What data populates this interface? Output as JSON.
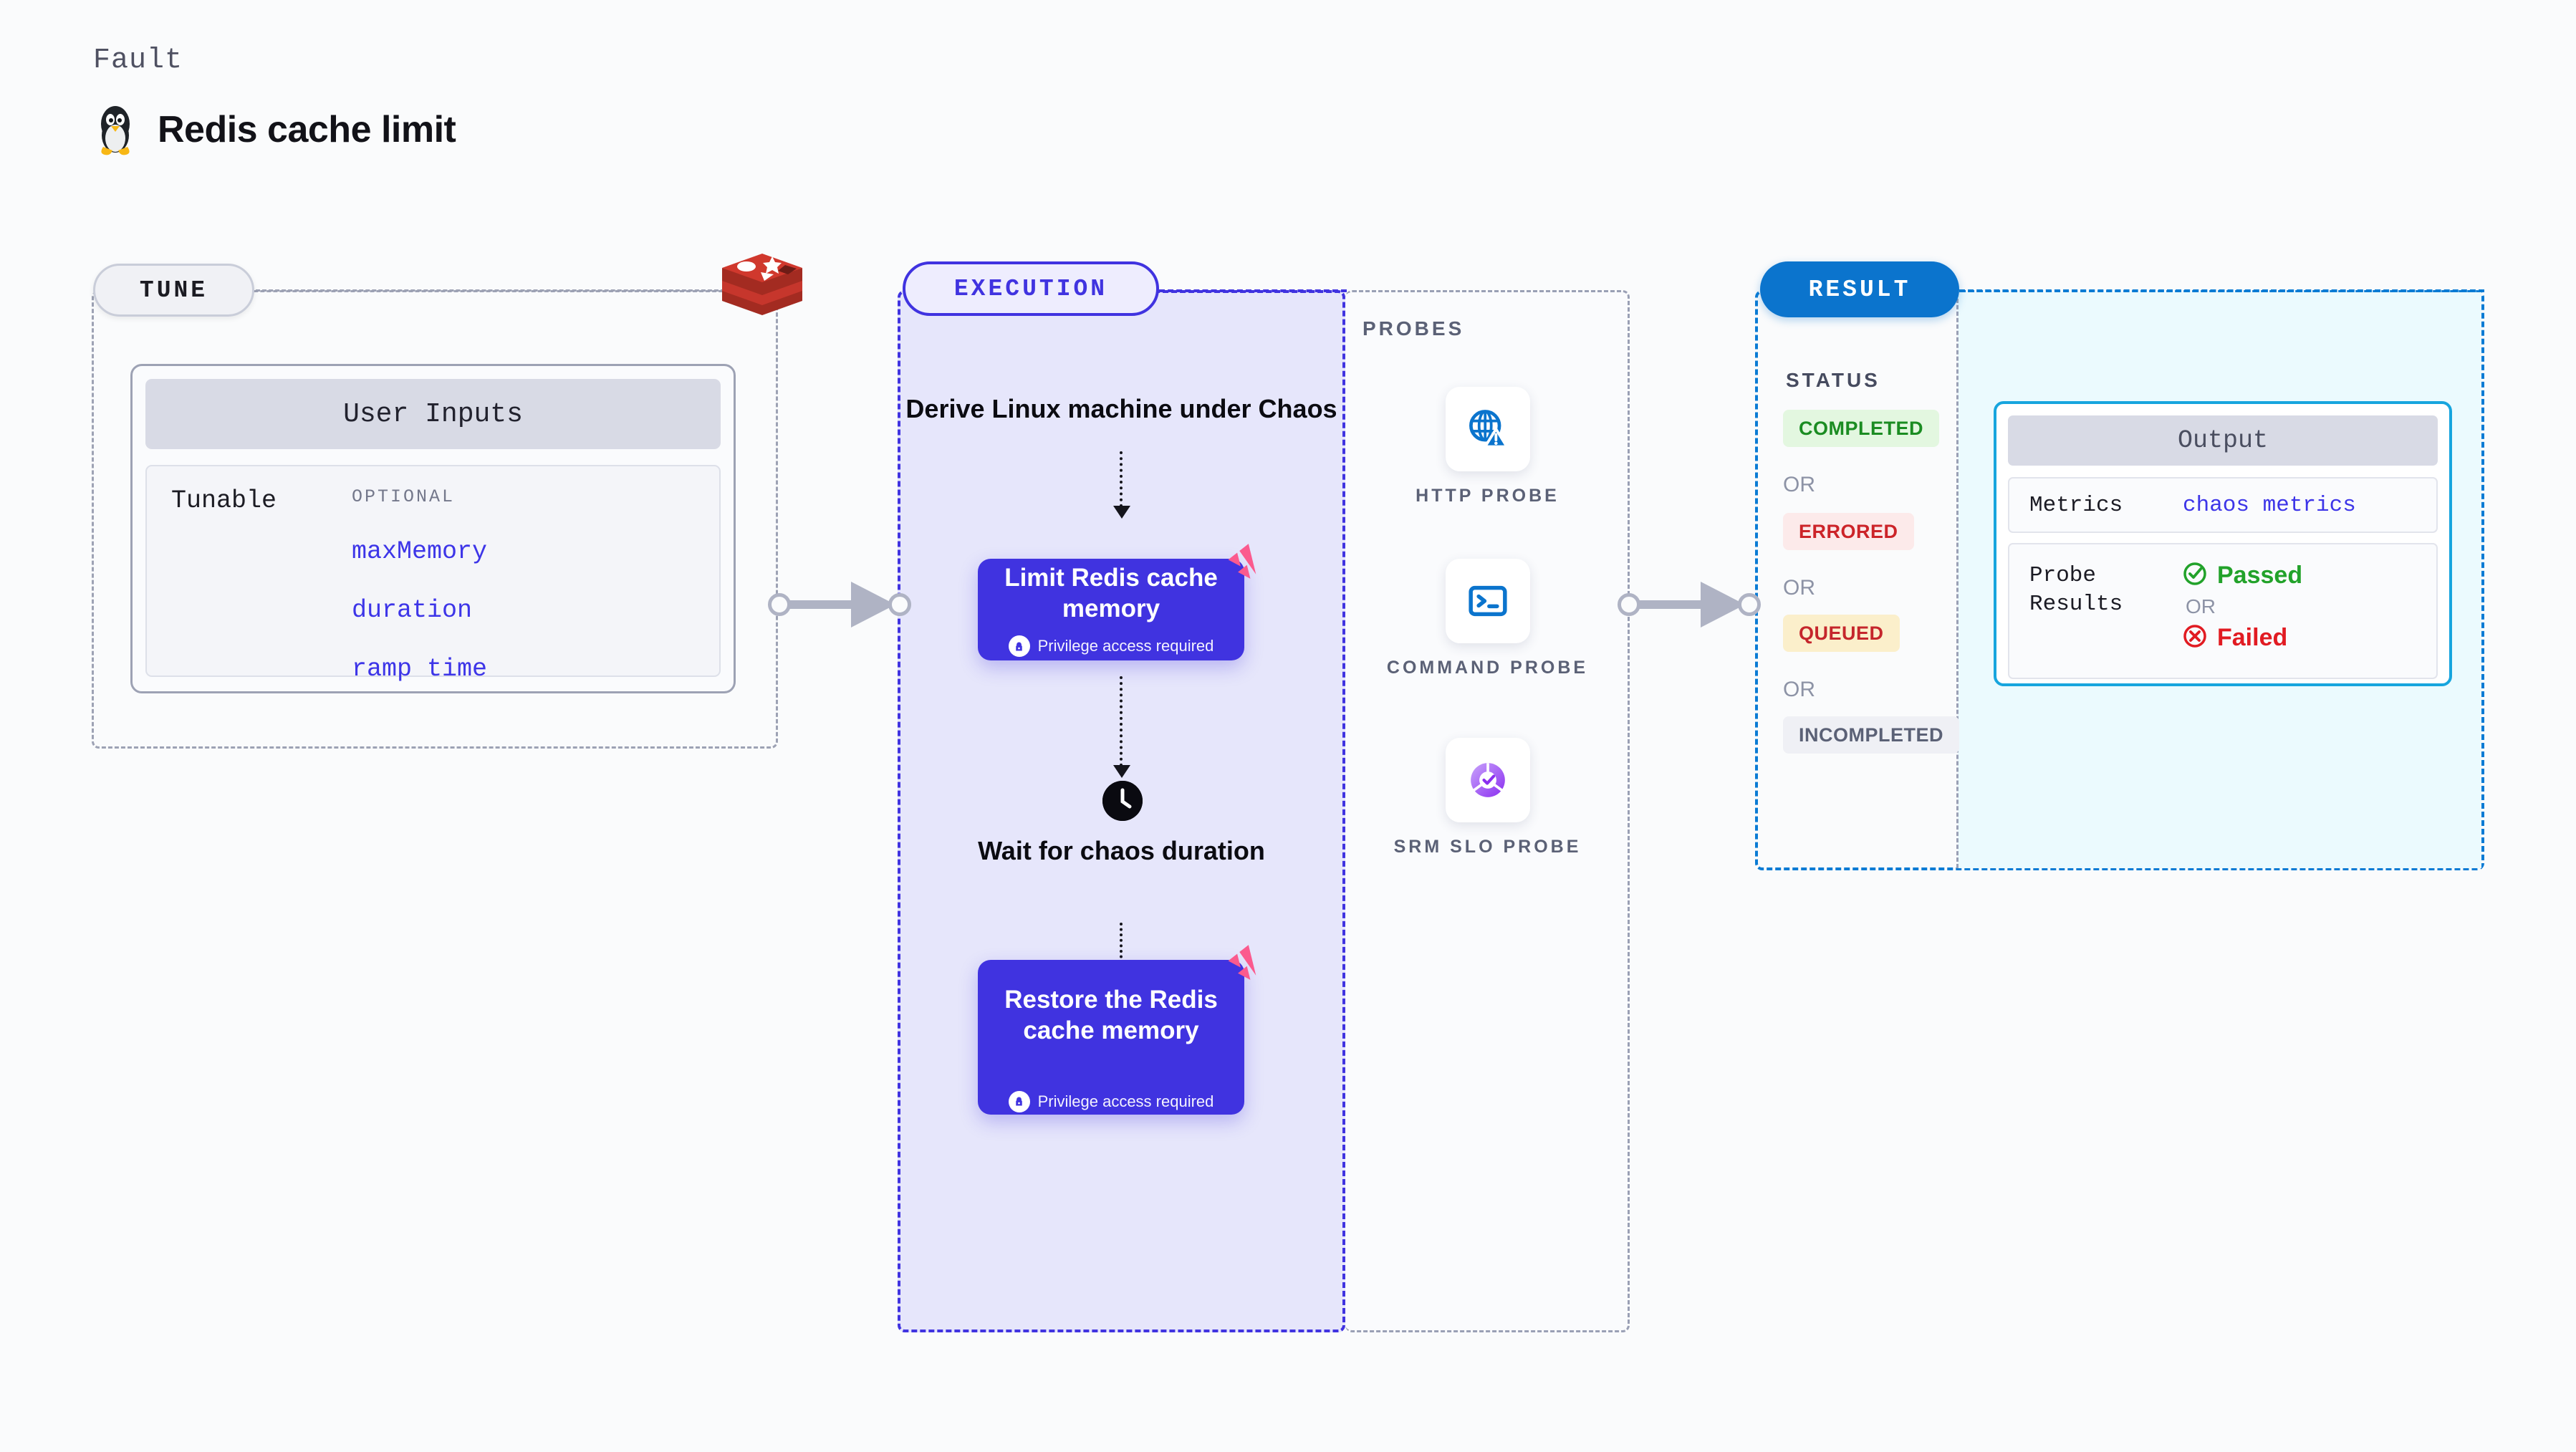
{
  "header": {
    "eyebrow": "Fault",
    "title": "Redis cache limit",
    "os_icon": "linux-tux-icon"
  },
  "tune": {
    "pill_label": "TUNE",
    "logo_icon": "redis-logo-icon",
    "user_inputs_header": "User Inputs",
    "tunable_label": "Tunable",
    "optional_label": "OPTIONAL",
    "tunables": [
      "maxMemory",
      "duration",
      "ramp time"
    ]
  },
  "execution": {
    "pill_label": "EXECUTION",
    "derive_step": "Derive Linux machine under Chaos",
    "steps": [
      {
        "title": "Limit Redis cache memory",
        "privilege_note": "Privilege access required",
        "lock_icon": "lock-icon",
        "ribbon_icon": "harness-ribbon-icon"
      },
      {
        "title": "Restore the Redis cache memory",
        "privilege_note": "Privilege access required",
        "lock_icon": "lock-icon",
        "ribbon_icon": "harness-ribbon-icon"
      }
    ],
    "wait_step": {
      "icon": "clock-icon",
      "label": "Wait for chaos duration"
    }
  },
  "probes": {
    "section_label": "PROBES",
    "items": [
      {
        "name": "HTTP PROBE",
        "icon": "globe-warning-icon"
      },
      {
        "name": "COMMAND PROBE",
        "icon": "terminal-icon"
      },
      {
        "name": "SRM SLO PROBE",
        "icon": "slo-donut-check-icon"
      }
    ]
  },
  "result": {
    "pill_label": "RESULT",
    "status_label": "STATUS",
    "or_label": "OR",
    "statuses": [
      {
        "label": "COMPLETED",
        "bg": "#E3F7E0",
        "fg": "#1B8C22"
      },
      {
        "label": "ERRORED",
        "bg": "#FCEAEA",
        "fg": "#CC2429"
      },
      {
        "label": "QUEUED",
        "bg": "#FBEFCB",
        "fg": "#C5262C"
      },
      {
        "label": "INCOMPLETED",
        "bg": "#EFF0F5",
        "fg": "#5B6176"
      }
    ],
    "output": {
      "header": "Output",
      "metrics_label": "Metrics",
      "metrics_value": "chaos metrics",
      "probe_results_label": "Probe Results",
      "passed_label": "Passed",
      "passed_icon": "check-circle-icon",
      "failed_label": "Failed",
      "failed_icon": "x-circle-icon",
      "or_label": "OR"
    }
  },
  "colors": {
    "page_bg": "#FAFBFC",
    "tune_border": "#9DA2B4",
    "execution": "#4033E0",
    "execution_bg": "#E6E6FB",
    "result_border": "#0A7BD4",
    "result_pill_bg": "#0B74CD",
    "output_border": "#17A5DE",
    "output_bg": "#EBFAFE",
    "probe_blue": "#0B74CD",
    "slo_purple": "#9A4DF5",
    "ribbon_pink": "#FB5A8E",
    "passed_green": "#22A22A",
    "failed_red": "#E11B22",
    "connector_gray": "#AFB3C4"
  }
}
